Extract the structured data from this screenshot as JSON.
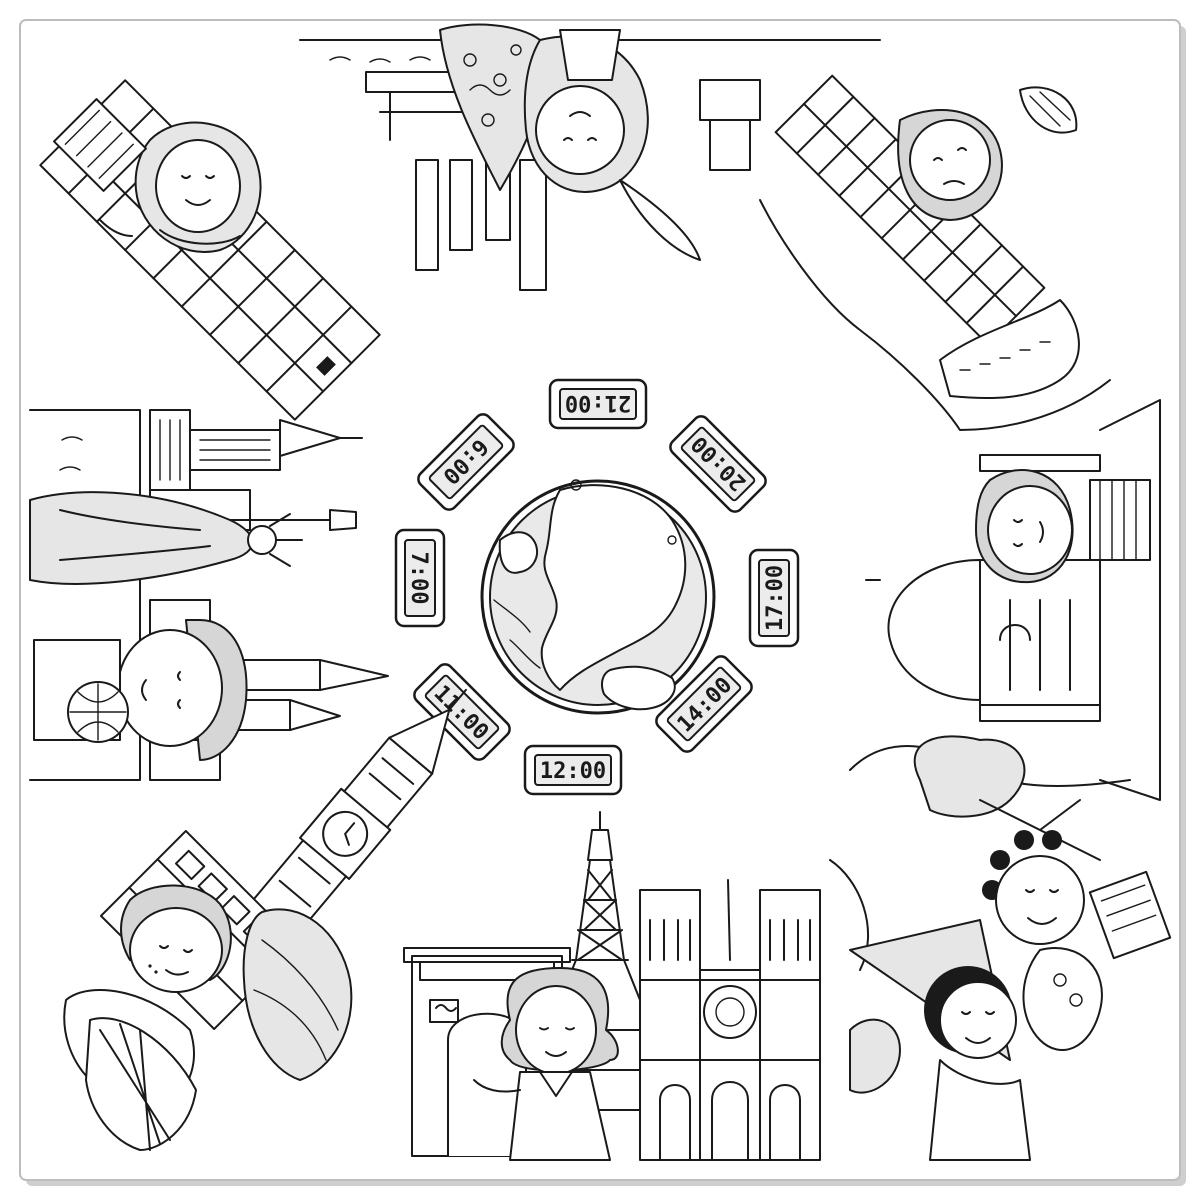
{
  "colors": {
    "ink": "#1a1a1a",
    "paper": "#ffffff",
    "shade": "#d6d6d6",
    "light_shade": "#e6e6e6"
  },
  "clocks": [
    {
      "id": "paris",
      "time": "12:00"
    },
    {
      "id": "cairo",
      "time": "14:00"
    },
    {
      "id": "delhi",
      "time": "17:00"
    },
    {
      "id": "beijing",
      "time": "20:00"
    },
    {
      "id": "tokyo",
      "time": "21:00"
    },
    {
      "id": "new-york",
      "time": "6:00"
    },
    {
      "id": "rio",
      "time": "7:00"
    },
    {
      "id": "london",
      "time": "11:00"
    }
  ]
}
